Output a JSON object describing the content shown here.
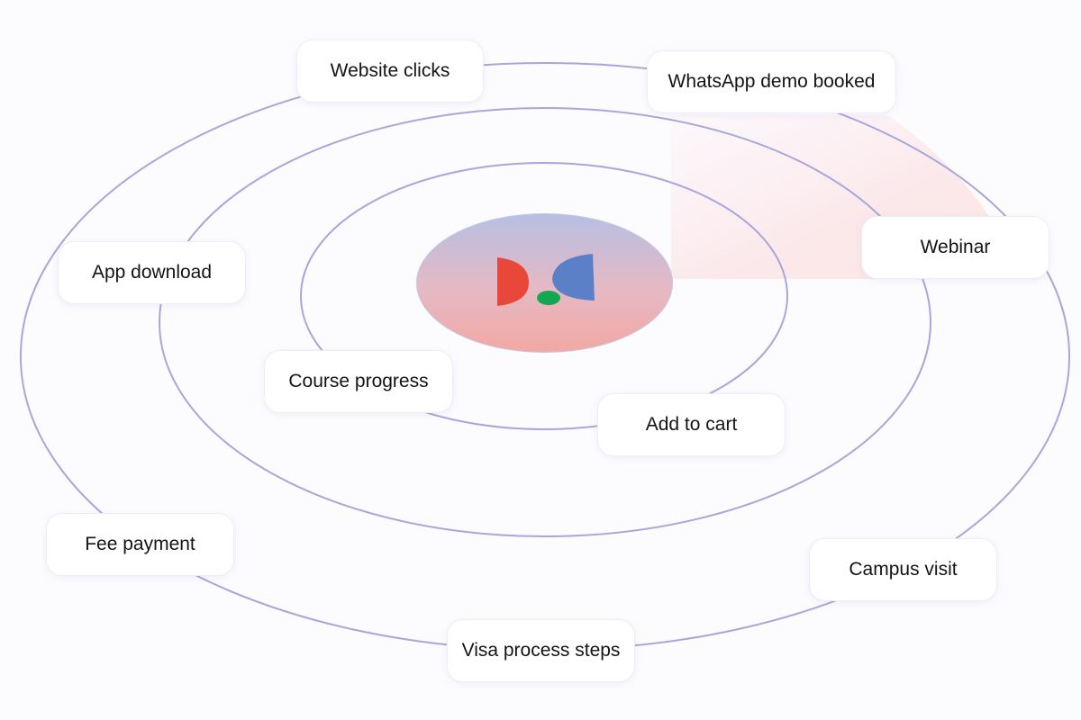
{
  "diagram": {
    "center": {
      "logo_icon": "app-logo-icon",
      "logo_colors": {
        "red": "#e9473a",
        "blue": "#5b80c8",
        "green": "#12a852"
      }
    },
    "nodes": [
      {
        "id": "website-clicks",
        "label": "Website clicks"
      },
      {
        "id": "whatsapp-demo-booked",
        "label": "WhatsApp demo booked"
      },
      {
        "id": "app-download",
        "label": "App download"
      },
      {
        "id": "webinar",
        "label": "Webinar"
      },
      {
        "id": "course-progress",
        "label": "Course progress"
      },
      {
        "id": "add-to-cart",
        "label": "Add to cart"
      },
      {
        "id": "fee-payment",
        "label": "Fee payment"
      },
      {
        "id": "campus-visit",
        "label": "Campus visit"
      },
      {
        "id": "visa-process-steps",
        "label": "Visa process steps"
      }
    ],
    "colors": {
      "orbit_stroke": "#a9a6dc",
      "background": "#fcfbfe",
      "node_border": "#efecf7"
    }
  }
}
